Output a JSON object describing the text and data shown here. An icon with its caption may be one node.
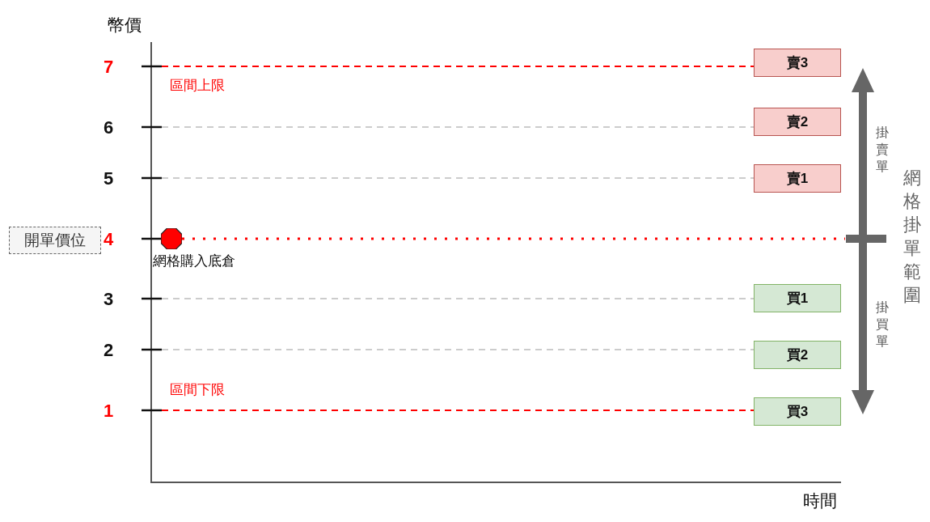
{
  "diagram": {
    "nodes": [
      {
        "text": [
          "開單價位"
        ]
      },
      {
        "text": [
          "賣3"
        ]
      },
      {
        "text": [
          "賣2"
        ]
      },
      {
        "text": [
          "賣1"
        ]
      },
      {
        "text": [
          "買1"
        ]
      },
      {
        "text": [
          "買2"
        ]
      },
      {
        "text": [
          "買3"
        ]
      },
      {
        "text": [],
        "shape": "octagon",
        "beside": [
          "網格購入底倉"
        ]
      }
    ],
    "edges": [
      {
        "from": null,
        "to": 1,
        "arrow": "none",
        "style": "dashed",
        "color": "#ff0000"
      },
      {
        "from": null,
        "to": 2,
        "arrow": "none",
        "style": "dashed"
      },
      {
        "from": null,
        "to": 3,
        "arrow": "none",
        "style": "dashed"
      },
      {
        "from": 7,
        "to": null,
        "arrow": "none",
        "style": "dashed",
        "color": "#ff0000"
      },
      {
        "from": null,
        "to": 4,
        "arrow": "none",
        "style": "dashed"
      },
      {
        "from": null,
        "to": 5,
        "arrow": "none",
        "style": "dashed"
      },
      {
        "from": null,
        "to": 6,
        "arrow": "none",
        "style": "dashed",
        "color": "#ff0000"
      }
    ],
    "labels": [
      "幣價",
      "7",
      "區間上限",
      "6",
      "5",
      "4",
      "3",
      "2",
      "區間下限",
      "1",
      "時間",
      "掛賣單",
      "網格掛單範圍",
      "掛買單"
    ]
  }
}
